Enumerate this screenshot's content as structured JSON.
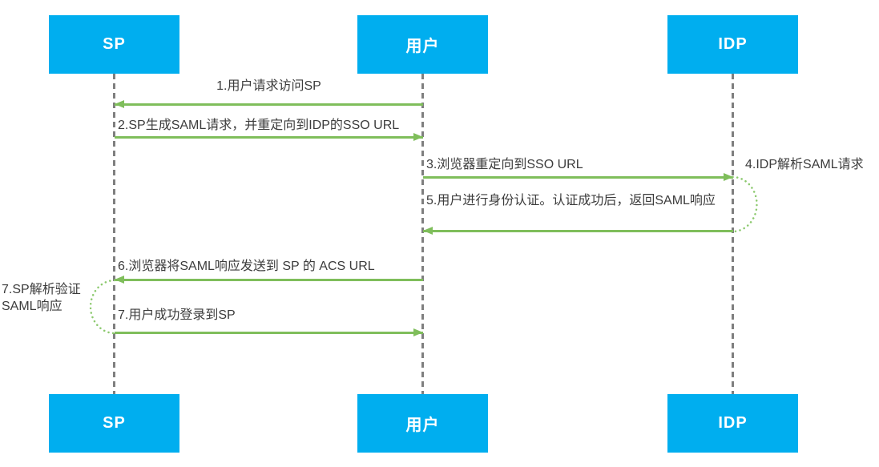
{
  "actors": {
    "sp": {
      "label": "SP"
    },
    "user": {
      "label": "用户"
    },
    "idp": {
      "label": "IDP"
    }
  },
  "messages": {
    "m1": {
      "label": "1.用户请求访问SP",
      "from": "user",
      "to": "sp"
    },
    "m2": {
      "label": "2.SP生成SAML请求，并重定向到IDP的SSO URL",
      "from": "sp",
      "to": "user"
    },
    "m3": {
      "label": "3.浏览器重定向到SSO URL",
      "from": "user",
      "to": "idp"
    },
    "m4": {
      "label": "4.IDP解析SAML请求",
      "from": "idp",
      "to": "idp",
      "type": "self-loop"
    },
    "m5": {
      "label": "5.用户进行身份认证。认证成功后，返回SAML响应",
      "from": "idp",
      "to": "user"
    },
    "m6": {
      "label": "6.浏览器将SAML响应发送到 SP 的 ACS URL",
      "from": "user",
      "to": "sp"
    },
    "m7_self": {
      "label": "7.SP解析验证SAML响应",
      "from": "sp",
      "to": "sp",
      "type": "self-loop"
    },
    "m7": {
      "label": "7.用户成功登录到SP",
      "from": "sp",
      "to": "user"
    }
  },
  "colors": {
    "actor_fill": "#00AEEF",
    "actor_text": "#FFFFFF",
    "arrow_green": "#7FBE5B",
    "loop_green": "#8CC96E",
    "lifeline_gray": "#7F7F7F",
    "label_text": "#3C3C3C",
    "background": "#FFFFFF"
  }
}
